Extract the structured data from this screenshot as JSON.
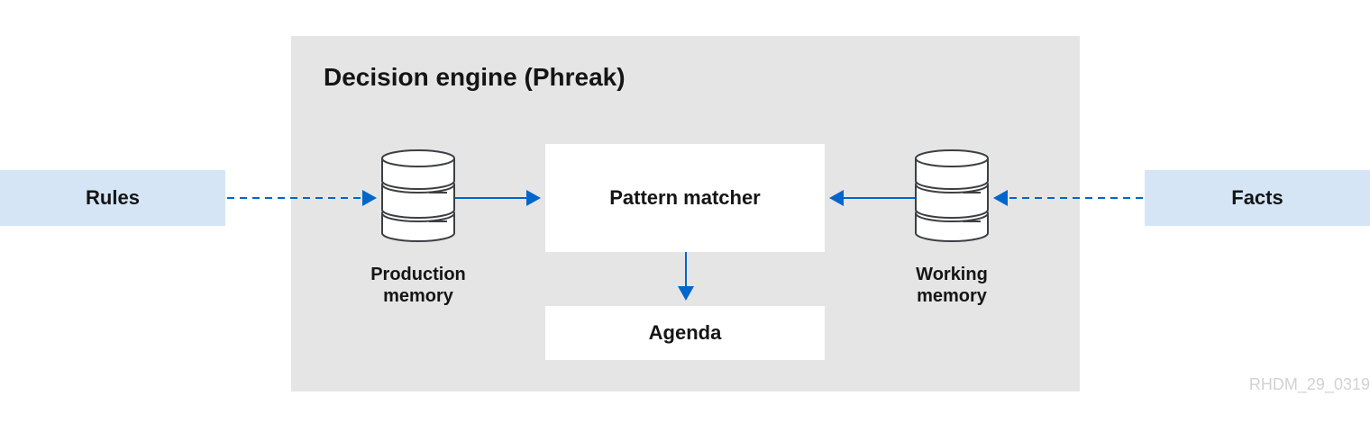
{
  "engine": {
    "title": "Decision engine (Phreak)"
  },
  "inputs": {
    "rules": "Rules",
    "facts": "Facts"
  },
  "memories": {
    "production": {
      "line1": "Production",
      "line2": "memory"
    },
    "working": {
      "line1": "Working",
      "line2": "memory"
    }
  },
  "components": {
    "pattern_matcher": "Pattern matcher",
    "agenda": "Agenda"
  },
  "watermark": "RHDM_29_0319",
  "colors": {
    "engine_bg": "#e5e5e5",
    "input_bg": "#d5e5f5",
    "arrow": "#0066cc",
    "watermark": "#d2d2d2"
  },
  "icons": [
    "database-icon",
    "database-icon"
  ]
}
